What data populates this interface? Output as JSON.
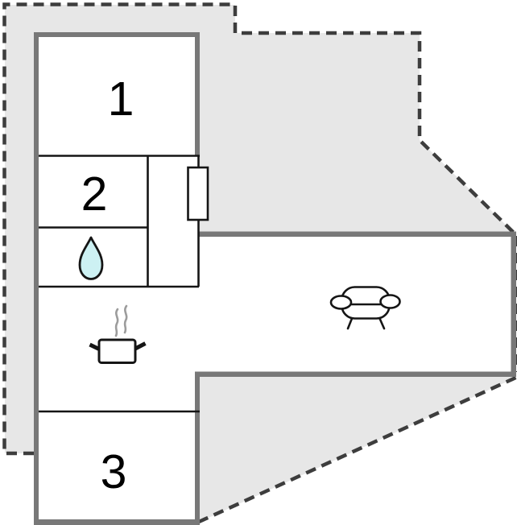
{
  "rooms": {
    "room1": {
      "label": "1"
    },
    "room2": {
      "label": "2"
    },
    "room3": {
      "label": "3"
    }
  },
  "icons": [
    {
      "name": "water-drop-icon"
    },
    {
      "name": "steam-icon"
    },
    {
      "name": "cooking-pot-icon"
    },
    {
      "name": "sofa-icon"
    },
    {
      "name": "door-icon"
    }
  ],
  "colors": {
    "background": "#ffffff",
    "terrace_fill": "#e7e7e7",
    "plot_boundary": "#3d3d3d",
    "exterior_wall": "#787878",
    "partition_line": "#151515",
    "room_interior": "#ffffff",
    "label_text": "#000000",
    "water_drop_fill": "#cdf1f3",
    "steam": "#9c9c9c"
  }
}
